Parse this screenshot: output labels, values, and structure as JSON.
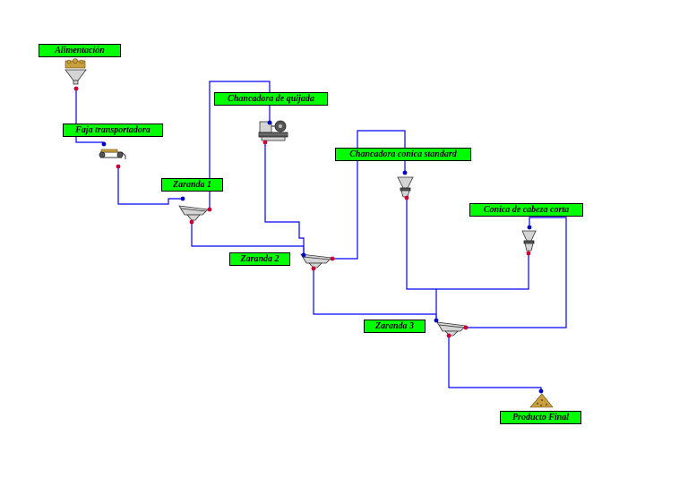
{
  "labels": {
    "alimentacion": "Alimentación",
    "faja": "Faja transportadora",
    "chancadora_quijada": "Chancadora de quijada",
    "chancadora_conica": "Chancadora conica standard",
    "zaranda_1": "Zaranda 1",
    "conica_cabeza": "Conica de cabeza corta",
    "zaranda_2": "Zaranda 2",
    "zaranda_3": "Zaranda 3",
    "producto_final": "Producto Final"
  },
  "colors": {
    "label_fill": "#00ff00",
    "stream": "#0000ff",
    "inlet_port": "#0000cc",
    "outlet_port": "#cc0033"
  },
  "icons": {
    "feed": "feed-hopper-icon",
    "conveyor": "conveyor-belt-icon",
    "jaw_crusher": "jaw-crusher-icon",
    "cone_crusher": "cone-crusher-icon",
    "short_head_cone": "short-head-cone-crusher-icon",
    "screen": "vibrating-screen-icon",
    "product": "product-stockpile-icon"
  }
}
